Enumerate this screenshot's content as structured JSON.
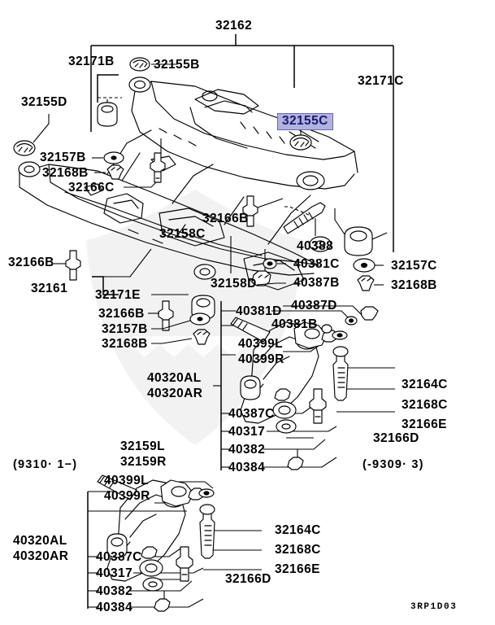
{
  "diagram": {
    "id": "3RP1D03",
    "highlight_color": "#b2b2e0",
    "highlight_border_color": "#6b63b5",
    "highlight_text_color": "#191970"
  },
  "top_assembly": {
    "title": "32162",
    "labels": [
      {
        "key": "l_32171b",
        "text": "32171B"
      },
      {
        "key": "l_32155b",
        "text": "32155B"
      },
      {
        "key": "l_32171c",
        "text": "32171C"
      },
      {
        "key": "l_32155d",
        "text": "32155D"
      },
      {
        "key": "l_32157b_a",
        "text": "32157B"
      },
      {
        "key": "l_32168b_a",
        "text": "32168B"
      },
      {
        "key": "l_32166c",
        "text": "32166C"
      },
      {
        "key": "l_32166b_a",
        "text": "32166B"
      },
      {
        "key": "l_32158c",
        "text": "32158C"
      },
      {
        "key": "l_32166b_b",
        "text": "32166B"
      },
      {
        "key": "l_32161",
        "text": "32161"
      },
      {
        "key": "l_32171e",
        "text": "32171E"
      },
      {
        "key": "l_32158d",
        "text": "32158D"
      },
      {
        "key": "l_40388",
        "text": "40388"
      },
      {
        "key": "l_40381c",
        "text": "40381C"
      },
      {
        "key": "l_40387b",
        "text": "40387B"
      },
      {
        "key": "l_32157c",
        "text": "32157C"
      },
      {
        "key": "l_32168b_b",
        "text": "32168B"
      },
      {
        "key": "l_32166b_c",
        "text": "32166B"
      },
      {
        "key": "l_32157b_b",
        "text": "32157B"
      },
      {
        "key": "l_32168b_c",
        "text": "32168B"
      }
    ],
    "highlighted": {
      "key": "l_32155c",
      "text": "32155C"
    }
  },
  "arm_upper": {
    "date_code": "(-9309· 3)",
    "labels": [
      {
        "key": "u_40387d",
        "text": "40387D"
      },
      {
        "key": "u_40381d",
        "text": "40381D"
      },
      {
        "key": "u_40381b",
        "text": "40381B"
      },
      {
        "key": "u_40399l",
        "text": "40399L"
      },
      {
        "key": "u_40399r",
        "text": "40399R"
      },
      {
        "key": "u_40320al",
        "text": "40320AL"
      },
      {
        "key": "u_40320ar",
        "text": "40320AR"
      },
      {
        "key": "u_40387c",
        "text": "40387C"
      },
      {
        "key": "u_40317",
        "text": "40317"
      },
      {
        "key": "u_40382",
        "text": "40382"
      },
      {
        "key": "u_40384",
        "text": "40384"
      },
      {
        "key": "u_32164c",
        "text": "32164C"
      },
      {
        "key": "u_32168c",
        "text": "32168C"
      },
      {
        "key": "u_32166e",
        "text": "32166E"
      },
      {
        "key": "u_32166d",
        "text": "32166D"
      }
    ]
  },
  "arm_lower": {
    "date_code": "(9310· 1−)",
    "labels": [
      {
        "key": "b_32159l",
        "text": "32159L"
      },
      {
        "key": "b_32159r",
        "text": "32159R"
      },
      {
        "key": "b_40399l",
        "text": "40399L"
      },
      {
        "key": "b_40399r",
        "text": "40399R"
      },
      {
        "key": "b_40320al",
        "text": "40320AL"
      },
      {
        "key": "b_40320ar",
        "text": "40320AR"
      },
      {
        "key": "b_40387c",
        "text": "40387C"
      },
      {
        "key": "b_40317",
        "text": "40317"
      },
      {
        "key": "b_40382",
        "text": "40382"
      },
      {
        "key": "b_40384",
        "text": "40384"
      },
      {
        "key": "b_32164c",
        "text": "32164C"
      },
      {
        "key": "b_32168c",
        "text": "32168C"
      },
      {
        "key": "b_32166e",
        "text": "32166E"
      },
      {
        "key": "b_32166d",
        "text": "32166D"
      }
    ]
  }
}
